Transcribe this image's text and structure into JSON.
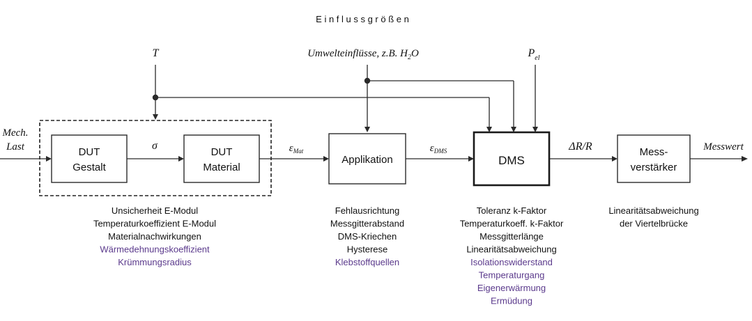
{
  "title": "E i n f l u s s g r ö ß e n",
  "inputs": {
    "temperature": "T",
    "environment": "Umwelteinflüsse, z.B. H",
    "environment_sub": "2",
    "environment_end": "O",
    "power": "P",
    "power_sub": "el"
  },
  "flow": {
    "input_line1": "Mech.",
    "input_line2": "Last",
    "sigma": "σ",
    "eps_mat": "ε",
    "eps_mat_sub": "Mat",
    "eps_dms": "ε",
    "eps_dms_sub": "DMS",
    "delta_r": "ΔR/R",
    "output": "Messwert"
  },
  "blocks": {
    "dut_gestalt": [
      "DUT",
      "Gestalt"
    ],
    "dut_material": [
      "DUT",
      "Material"
    ],
    "applikation": "Applikation",
    "dms": "DMS",
    "verstaerker": [
      "Mess-",
      "verstärker"
    ]
  },
  "notes": {
    "dut": [
      {
        "text": "Unsicherheit E-Modul",
        "color": "#111111"
      },
      {
        "text": "Temperaturkoeffizient E-Modul",
        "color": "#111111"
      },
      {
        "text": "Materialnachwirkungen",
        "color": "#111111"
      },
      {
        "text": "Wärmedehnungskoeffizient",
        "color": "#5b3a8c"
      },
      {
        "text": "Krümmungsradius",
        "color": "#5b3a8c"
      }
    ],
    "applikation": [
      {
        "text": "Fehlausrichtung",
        "color": "#111111"
      },
      {
        "text": "Messgitterabstand",
        "color": "#111111"
      },
      {
        "text": "DMS-Kriechen",
        "color": "#111111"
      },
      {
        "text": "Hysterese",
        "color": "#111111"
      },
      {
        "text": "Klebstoffquellen",
        "color": "#5b3a8c"
      }
    ],
    "dms": [
      {
        "text": "Toleranz k-Faktor",
        "color": "#111111"
      },
      {
        "text": "Temperaturkoeff. k-Faktor",
        "color": "#111111"
      },
      {
        "text": "Messgitterlänge",
        "color": "#111111"
      },
      {
        "text": "Linearitätsabweichung",
        "color": "#111111"
      },
      {
        "text": "Isolationswiderstand",
        "color": "#5b3a8c"
      },
      {
        "text": "Temperaturgang",
        "color": "#5b3a8c"
      },
      {
        "text": "Eigenerwärmung",
        "color": "#5b3a8c"
      },
      {
        "text": "Ermüdung",
        "color": "#5b3a8c"
      }
    ],
    "verstaerker": [
      {
        "text": "Linearitätsabweichung",
        "color": "#111111"
      },
      {
        "text": "der Viertelbrücke",
        "color": "#111111"
      }
    ]
  }
}
